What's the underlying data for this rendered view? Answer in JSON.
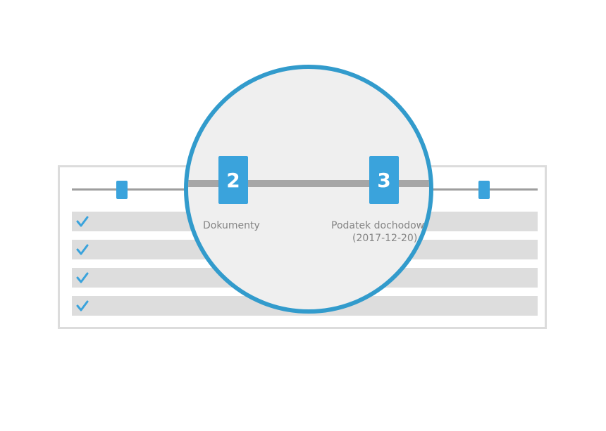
{
  "steps": {
    "step_2": {
      "number": "2",
      "label": "Dokumenty"
    },
    "step_3": {
      "number": "3",
      "label_line1": "Podatek dochodowy",
      "label_line2": "(2017-12-20)"
    }
  },
  "rows": [
    {
      "icon": "check-icon",
      "checked": true
    },
    {
      "icon": "check-icon",
      "checked": true
    },
    {
      "icon": "check-icon",
      "checked": true
    },
    {
      "icon": "check-icon",
      "checked": true
    }
  ],
  "colors": {
    "accent": "#3aa3dc",
    "lens_border": "#329bcc",
    "row_bg": "#dddddd",
    "track": "#9e9e9e"
  }
}
